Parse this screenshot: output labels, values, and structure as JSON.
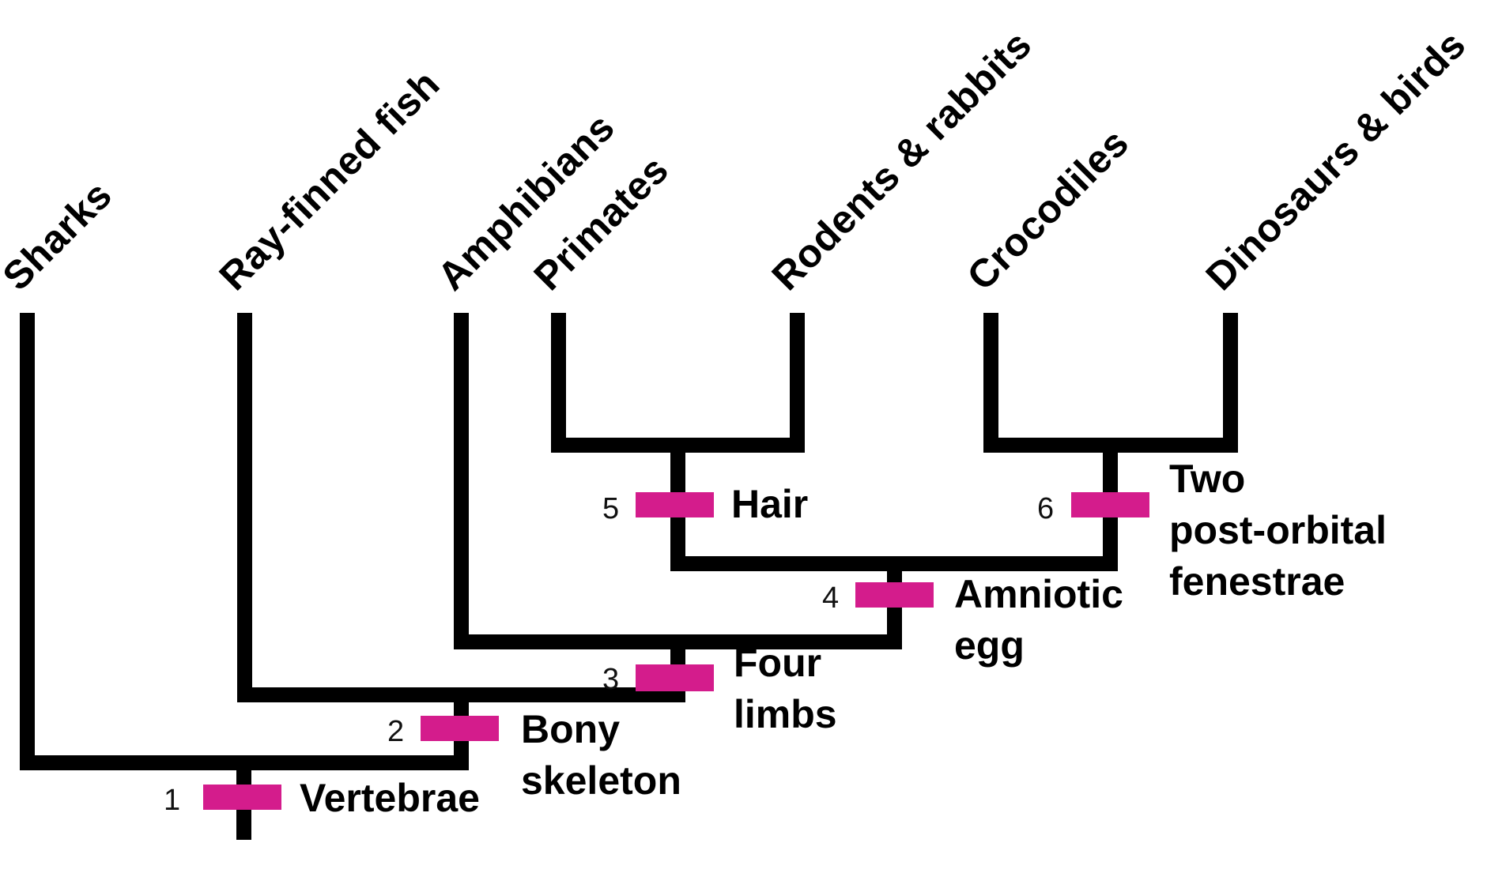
{
  "diagram": {
    "type": "cladogram",
    "colors": {
      "branch": "#000000",
      "trait_marker": "#D41C8C"
    },
    "taxa": [
      {
        "name": "Sharks"
      },
      {
        "name": "Ray-finned fish"
      },
      {
        "name": "Amphibians"
      },
      {
        "name": "Primates"
      },
      {
        "name": "Rodents & rabbits"
      },
      {
        "name": "Crocodiles"
      },
      {
        "name": "Dinosaurs & birds"
      }
    ],
    "traits": [
      {
        "number": "1",
        "line1": "Vertebrae",
        "line2": ""
      },
      {
        "number": "2",
        "line1": "Bony",
        "line2": "skeleton"
      },
      {
        "number": "3",
        "line1": "Four",
        "line2": "limbs"
      },
      {
        "number": "4",
        "line1": "Amniotic",
        "line2": "egg"
      },
      {
        "number": "5",
        "line1": "Hair",
        "line2": ""
      },
      {
        "number": "6",
        "line1": "Two",
        "line2": "post-orbital",
        "line3": "fenestrae"
      }
    ]
  }
}
